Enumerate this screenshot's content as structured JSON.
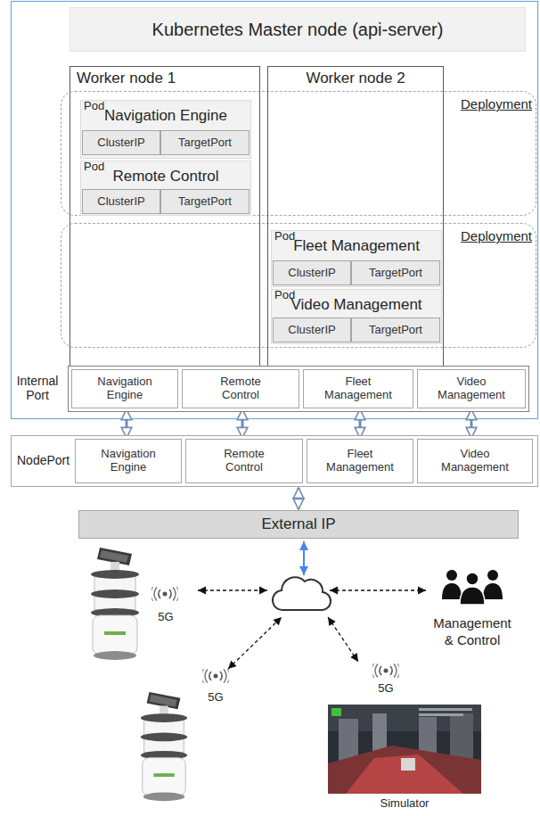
{
  "diagram": {
    "nodes": [
      {
        "text": [
          "Kubernetes Master node (api-server)"
        ]
      },
      {
        "text": [
          "Worker node 1"
        ]
      },
      {
        "text": [
          "Pod",
          "Navigation Engine"
        ],
        "in": 1
      },
      {
        "text": [
          "ClusterIP"
        ],
        "in": 2
      },
      {
        "text": [
          "TargetPort"
        ],
        "in": 2
      },
      {
        "text": [
          "Pod",
          "Remote Control"
        ],
        "in": 1
      },
      {
        "text": [
          "ClusterIP"
        ],
        "in": 5
      },
      {
        "text": [
          "TargetPort"
        ],
        "in": 5
      },
      {
        "text": [
          "Worker node 2"
        ]
      },
      {
        "text": [
          "Pod",
          "Fleet Management"
        ],
        "in": 8
      },
      {
        "text": [
          "ClusterIP"
        ],
        "in": 9
      },
      {
        "text": [
          "TargetPort"
        ],
        "in": 9
      },
      {
        "text": [
          "Pod",
          "Video Management"
        ],
        "in": 8
      },
      {
        "text": [
          "ClusterIP"
        ],
        "in": 12
      },
      {
        "text": [
          "TargetPort"
        ],
        "in": 12
      },
      {
        "text": [
          "Deployment"
        ]
      },
      {
        "text": [
          "Deployment"
        ]
      },
      {
        "text": [
          "Internal Port"
        ]
      },
      {
        "text": [
          "Navigation Engine"
        ],
        "in": 17
      },
      {
        "text": [
          "Remote Control"
        ],
        "in": 17
      },
      {
        "text": [
          "Fleet Management"
        ],
        "in": 17
      },
      {
        "text": [
          "Video Management"
        ],
        "in": 17
      },
      {
        "text": [
          "NodePort"
        ]
      },
      {
        "text": [
          "Navigation Engine"
        ],
        "in": 22
      },
      {
        "text": [
          "Remote Control"
        ],
        "in": 22
      },
      {
        "text": [
          "Fleet Management"
        ],
        "in": 22
      },
      {
        "text": [
          "Video Management"
        ],
        "in": 22
      },
      {
        "text": [
          "External IP"
        ]
      }
    ],
    "edges": [
      {
        "from": 18,
        "to": 23,
        "arrow": "both"
      },
      {
        "from": 19,
        "to": 24,
        "arrow": "both"
      },
      {
        "from": 20,
        "to": 25,
        "arrow": "both"
      },
      {
        "from": 21,
        "to": 26,
        "arrow": "both"
      },
      {
        "from": 22,
        "to": 27,
        "arrow": "both"
      }
    ],
    "labels": [
      "5G",
      "5G",
      "5G",
      "Management & Control",
      "Simulator"
    ]
  }
}
